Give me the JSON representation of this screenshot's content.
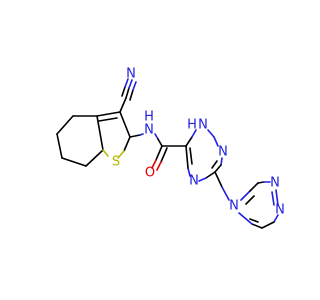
{
  "atoms": {
    "n_cyano": "N",
    "c_cyano": "C",
    "s_ring": "S",
    "n_amide": "N",
    "h_amide": "H",
    "o_carbonyl": "O",
    "n1_triazole": "N",
    "h_triazole": "H",
    "n2_triazole": "N",
    "n4_triazole": "N",
    "n4_ring2": "N",
    "n_ring2_a": "N",
    "n_ring2_b": "N"
  },
  "colors": {
    "carbon": "#000000",
    "nitrogen": "#2020e0",
    "oxygen": "#e00000",
    "sulfur": "#b8b800"
  }
}
